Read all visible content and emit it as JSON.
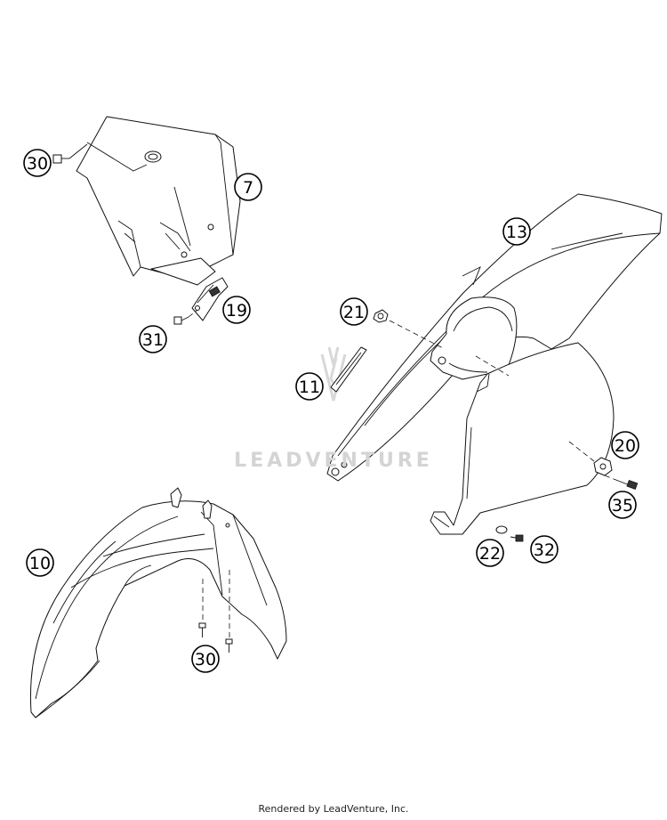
{
  "watermark": "LEADVENTURE",
  "footer": "Rendered by LeadVenture, Inc.",
  "callouts": {
    "c30a": "30",
    "c7": "7",
    "c19": "19",
    "c31": "31",
    "c13": "13",
    "c21": "21",
    "c11": "11",
    "c20": "20",
    "c35": "35",
    "c22": "22",
    "c32": "32",
    "c10": "10",
    "c30b": "30"
  }
}
